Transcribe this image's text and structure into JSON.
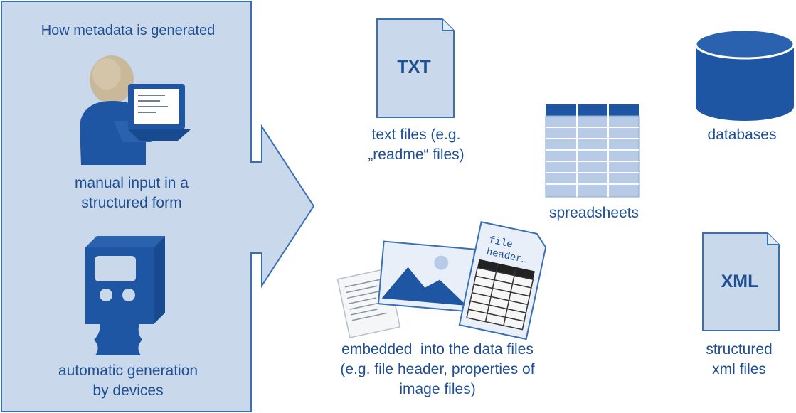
{
  "panel": {
    "title": "How metadata is generated",
    "manual_label_line1": "manual input in a",
    "manual_label_line2": "structured form",
    "auto_label_line1": "automatic generation",
    "auto_label_line2": "by devices"
  },
  "formats": {
    "txt_icon_text": "TXT",
    "txt_label_line1": "text files (e.g.",
    "txt_label_line2": "„readme“ files)",
    "spreadsheet_label": "spreadsheets",
    "databases_label": "databases",
    "xml_icon_text": "XML",
    "xml_label_line1": "structured",
    "xml_label_line2": "xml files",
    "embedded_label_line1": "embedded  into the data files",
    "embedded_label_line2": "(e.g. file header, properties of",
    "embedded_label_line3": "image files)",
    "file_header_text_line1": "file",
    "file_header_text_line2": "header…"
  },
  "colors": {
    "dark_blue": "#1f56a3",
    "light_blue": "#c9d8eb",
    "text_blue": "#1f4f93"
  }
}
